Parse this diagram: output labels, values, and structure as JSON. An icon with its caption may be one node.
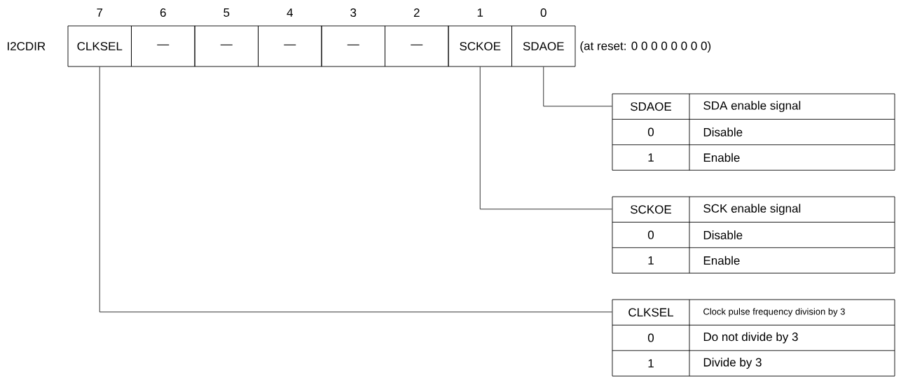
{
  "diagram": {
    "nodes": [
      {
        "text": [
          "CLKSEL"
        ],
        "beside": [
          "7"
        ]
      },
      {
        "text": [
          "—"
        ],
        "beside": [
          "6"
        ]
      },
      {
        "text": [
          "—"
        ],
        "beside": [
          "5"
        ]
      },
      {
        "text": [
          "—"
        ],
        "beside": [
          "4"
        ]
      },
      {
        "text": [
          "—"
        ],
        "beside": [
          "3"
        ]
      },
      {
        "text": [
          "—"
        ],
        "beside": [
          "2"
        ]
      },
      {
        "text": [
          "SCKOE"
        ],
        "beside": [
          "1"
        ]
      },
      {
        "text": [
          "SDAOE"
        ],
        "beside": [
          "0"
        ]
      },
      {
        "text": [
          "SDAOE",
          "SDA enable signal",
          "0",
          "Disable",
          "1",
          "Enable"
        ]
      },
      {
        "text": [
          "SCKOE",
          "SCK enable signal",
          "0",
          "Disable",
          "1",
          "Enable"
        ]
      },
      {
        "text": [
          "CLKSEL",
          "Clock pulse frequency division by 3",
          "0",
          "Do not divide by 3",
          "1",
          "Divide by 3"
        ]
      }
    ],
    "edges": [
      {
        "from": 7,
        "to": 8,
        "arrow": "none"
      },
      {
        "from": 6,
        "to": 9,
        "arrow": "none"
      },
      {
        "from": 0,
        "to": 10,
        "arrow": "none"
      }
    ],
    "labels": [
      "I2CDIR",
      "(at reset:  0 0 0 0 0 0 0 0)"
    ]
  }
}
